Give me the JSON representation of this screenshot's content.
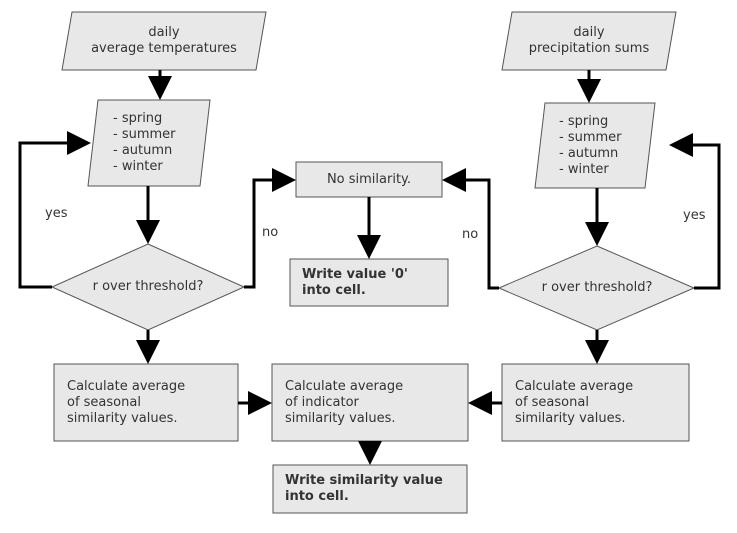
{
  "diagram": {
    "nodes": {
      "temp_input": "daily\naverage temperatures",
      "precip_input": "daily\nprecipitation sums",
      "temp_seasons": "- spring\n- summer\n- autumn\n- winter",
      "precip_seasons": "- spring\n- summer\n- autumn\n- winter",
      "no_similarity": "No similarity.",
      "write_zero": "Write value '0'\ninto cell.",
      "temp_decision": "r over threshold?",
      "precip_decision": "r over threshold?",
      "calc_temp_seasonal": "Calculate average\nof seasonal\nsimilarity values.",
      "calc_indicator": "Calculate average\nof indicator\nsimilarity values.",
      "calc_precip_seasonal": "Calculate average\nof seasonal\nsimilarity values.",
      "write_similarity": "Write similarity value\ninto cell."
    },
    "labels": {
      "yes_left": "yes",
      "no_left": "no",
      "no_right": "no",
      "yes_right": "yes"
    },
    "colors": {
      "fill": "#e8e8e8",
      "stroke": "#555555",
      "connector": "#000000",
      "text": "#333333"
    }
  }
}
